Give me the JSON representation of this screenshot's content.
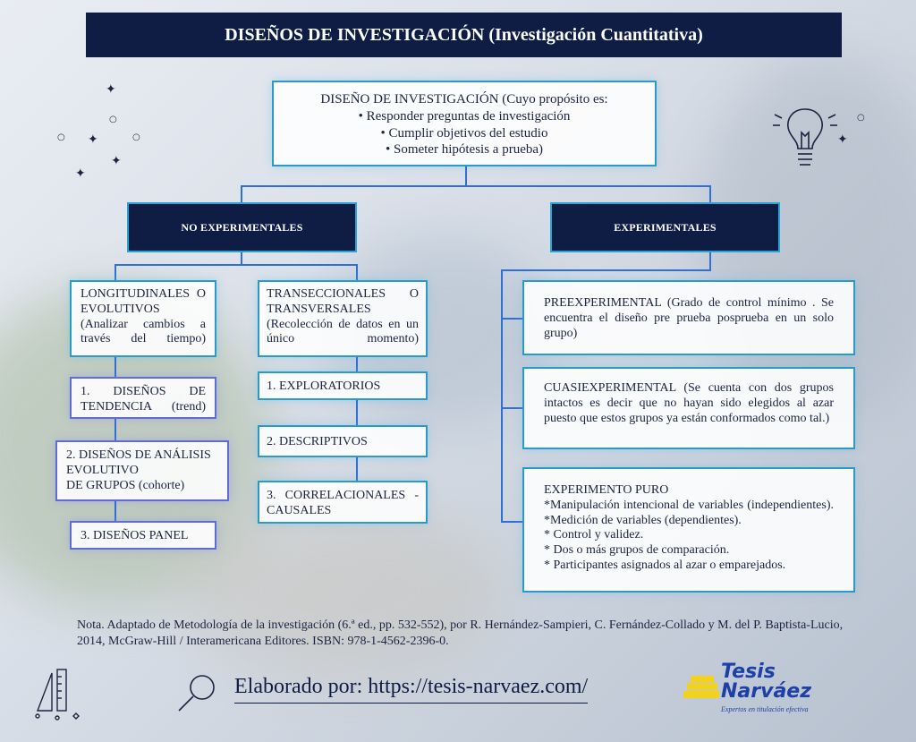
{
  "header": {
    "title": "DISEÑOS DE INVESTIGACIÓN (Investigación Cuantitativa)"
  },
  "root": {
    "text": "DISEÑO DE INVESTIGACIÓN (Cuyo propósito es:\n• Responder preguntas de investigación\n• Cumplir objetivos del estudio\n• Someter hipótesis a prueba)"
  },
  "branches": {
    "no_experimentales": "NO EXPERIMENTALES",
    "experimentales": "EXPERIMENTALES"
  },
  "longitudinales": {
    "text": "LONGITUDINALES O EVOLUTIVOS (Analizar cambios a través del tiempo)",
    "items": [
      "1. DISEÑOS DE TENDENCIA (trend)",
      "2. DISEÑOS DE ANÁLISIS EVOLUTIVO\nDE GRUPOS (cohorte)",
      "3. DISEÑOS PANEL"
    ]
  },
  "transeccionales": {
    "text": "TRANSECCIONALES O TRANSVERSALES (Recolección de datos en un único momento)",
    "items": [
      "1. EXPLORATORIOS",
      "2. DESCRIPTIVOS",
      "3. CORRELACIONALES - CAUSALES"
    ]
  },
  "experimentales_items": {
    "pre": "PREEXPERIMENTAL (Grado de control mínimo . Se encuentra el diseño pre prueba posprueba en un solo grupo)",
    "cuasi": "CUASIEXPERIMENTAL (Se cuenta con dos grupos intactos es decir que no hayan sido elegidos al azar puesto que estos grupos ya están conformados como tal.)",
    "puro_title": "EXPERIMENTO PURO",
    "puro_lines": [
      "*Manipulación intencional de variables (independientes).",
      "*Medición de variables (dependientes).",
      "* Control y validez.",
      "* Dos o más grupos de comparación.",
      "* Participantes asignados al azar o emparejados."
    ]
  },
  "note": "Nota. Adaptado de Metodología de la investigación (6.ª ed., pp. 532-552), por R. Hernández-Sampieri, C. Fernández-Collado y M. del P. Baptista-Lucio, 2014, McGraw-Hill / Interamericana Editores. ISBN: 978-1-4562-2396-0.",
  "footer": {
    "credit": "Elaborado por: https://tesis-narvaez.com/",
    "logo_line1": "Tesis",
    "logo_line2": "Narváez",
    "logo_tagline": "Expertos en titulación efectiva"
  },
  "colors": {
    "navy": "#0f1d45",
    "cyan_border": "#2a9bc9",
    "connector": "#2f6fd8",
    "logo_blue": "#1d3fa8",
    "logo_yellow": "#f3d21b"
  }
}
